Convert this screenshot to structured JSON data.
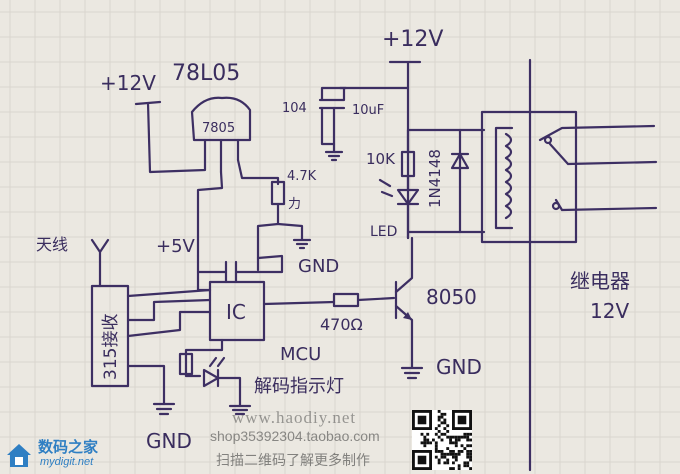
{
  "labels": {
    "vcc_left": "+12V",
    "regulator_name": "78L05",
    "regulator_body": "7805",
    "vcc_top": "+12V",
    "cap_104": "104",
    "cap_10uf": "10uF",
    "res_47k": "4.7K",
    "res_47k_note": "力",
    "res_10k": "10K",
    "diode": "1N4148",
    "led": "LED",
    "antenna": "天线",
    "plus5v": "+5V",
    "gnd_mid": "GND",
    "module": "315接收",
    "ic": "IC",
    "mcu": "MCU",
    "res_470": "470Ω",
    "transistor": "8050",
    "gnd_bottom_right": "GND",
    "gnd_bottom_left": "GND",
    "decode_led": "解码指示灯",
    "relay_name": "继电器",
    "relay_voltage": "12V"
  },
  "watermark": {
    "url": "www.haodiy.net",
    "shop": "shop35392304.taobao.com",
    "scan": "扫描二维码了解更多制作"
  },
  "logo": {
    "main": "数码之家",
    "sub": "mydigit.net"
  },
  "colors": {
    "ink": "#3d2f63",
    "paper": "#ebe8e1",
    "logo": "#2f7fc3"
  }
}
